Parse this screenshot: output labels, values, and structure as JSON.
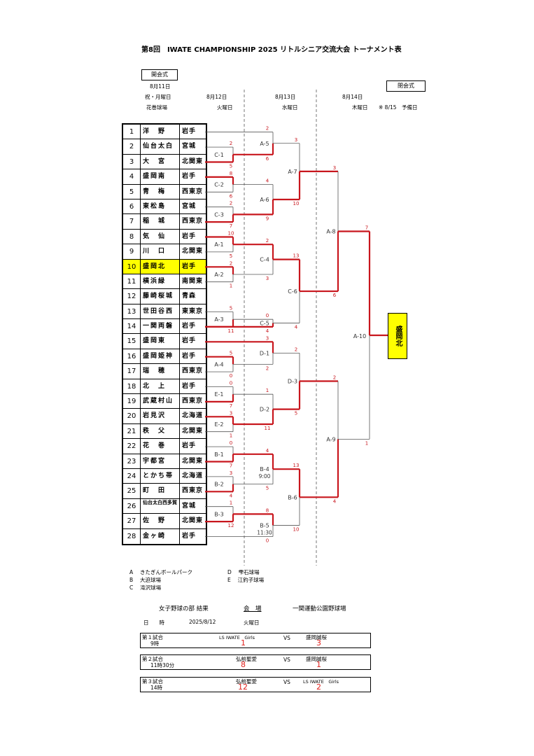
{
  "header": {
    "title": "第8回　IWATE CHAMPIONSHIP 2025 リトルシニア交流大会 トーナメント表",
    "opening_label": "開会式",
    "opening_date": "8月11日",
    "opening_day": "祝・月曜日",
    "opening_venue": "花巻球場",
    "day1_date": "8月12日",
    "day1_dow": "火曜日",
    "day2_date": "8月13日",
    "day2_dow": "水曜日",
    "day3_date": "8月14日",
    "day3_dow": "木曜日",
    "closing_label": "閉会式",
    "reserve_note": "※ 8/15　予備日"
  },
  "teams": [
    {
      "num": "1",
      "name": "洋　野",
      "pref": "岩手"
    },
    {
      "num": "2",
      "name": "仙台太白",
      "pref": "宮城"
    },
    {
      "num": "3",
      "name": "大　宮",
      "pref": "北関東"
    },
    {
      "num": "4",
      "name": "盛岡南",
      "pref": "岩手"
    },
    {
      "num": "5",
      "name": "青　梅",
      "pref": "西東京"
    },
    {
      "num": "6",
      "name": "東松島",
      "pref": "宮城"
    },
    {
      "num": "7",
      "name": "稲　城",
      "pref": "西東京"
    },
    {
      "num": "8",
      "name": "気　仙",
      "pref": "岩手"
    },
    {
      "num": "9",
      "name": "川　口",
      "pref": "北関東"
    },
    {
      "num": "10",
      "name": "盛岡北",
      "pref": "岩手"
    },
    {
      "num": "11",
      "name": "横浜緑",
      "pref": "南関東"
    },
    {
      "num": "12",
      "name": "藤崎桜城",
      "pref": "青森"
    },
    {
      "num": "13",
      "name": "世田谷西",
      "pref": "東東京"
    },
    {
      "num": "14",
      "name": "一関両磐",
      "pref": "岩手"
    },
    {
      "num": "15",
      "name": "盛岡東",
      "pref": "岩手"
    },
    {
      "num": "16",
      "name": "盛岡姫神",
      "pref": "岩手"
    },
    {
      "num": "17",
      "name": "瑞　穂",
      "pref": "西東京"
    },
    {
      "num": "18",
      "name": "北　上",
      "pref": "岩手"
    },
    {
      "num": "19",
      "name": "武蔵村山",
      "pref": "西東京"
    },
    {
      "num": "20",
      "name": "岩見沢",
      "pref": "北海道"
    },
    {
      "num": "21",
      "name": "秩　父",
      "pref": "北関東"
    },
    {
      "num": "22",
      "name": "花　巻",
      "pref": "岩手"
    },
    {
      "num": "23",
      "name": "宇都宮",
      "pref": "北関東"
    },
    {
      "num": "24",
      "name": "とかち帯広",
      "pref": "北海道"
    },
    {
      "num": "25",
      "name": "町　田",
      "pref": "西東京"
    },
    {
      "num": "26",
      "name": "仙台太白西多賀",
      "pref": "宮城"
    },
    {
      "num": "27",
      "name": "佐　野",
      "pref": "北関東"
    },
    {
      "num": "28",
      "name": "金ヶ崎",
      "pref": "岩手"
    }
  ],
  "games_r1": [
    {
      "label": "C-1",
      "top": "2",
      "bot": "5"
    },
    {
      "label": "C-2",
      "top": "8",
      "bot": "6"
    },
    {
      "label": "C-3",
      "top": "2",
      "bot": "7"
    },
    {
      "label": "A-1",
      "top": "10",
      "bot": "5"
    },
    {
      "label": "A-2",
      "top": "2",
      "bot": "1"
    },
    {
      "label": "A-3",
      "top": "5",
      "bot": "11"
    },
    {
      "label": "A-4",
      "top": "5",
      "bot": "0"
    },
    {
      "label": "E-1",
      "top": "0",
      "bot": "7"
    },
    {
      "label": "E-2",
      "top": "3",
      "bot": "1"
    },
    {
      "label": "B-1",
      "top": "0",
      "bot": "7"
    },
    {
      "label": "B-2",
      "top": "3",
      "bot": "4"
    },
    {
      "label": "B-3",
      "top": "1",
      "bot": "12"
    }
  ],
  "games_r2": [
    {
      "label": "A-5",
      "top": "2",
      "bot": "6"
    },
    {
      "label": "A-6",
      "top": "4",
      "bot": "9"
    },
    {
      "label": "C-4",
      "top": "2",
      "bot": "3"
    },
    {
      "label": "C-5",
      "top": "0",
      "bot": "4"
    },
    {
      "label": "D-1",
      "top": "3",
      "bot": "2"
    },
    {
      "label": "D-2",
      "top": "1",
      "bot": "11"
    },
    {
      "label": "B-4",
      "time": "9:00",
      "top": "4",
      "bot": "5"
    },
    {
      "label": "B-5",
      "time": "11:30",
      "top": "8",
      "bot": "0"
    }
  ],
  "games_r3": [
    {
      "label": "A-7",
      "top": "3",
      "bot": "10"
    },
    {
      "label": "C-6",
      "top": "13",
      "bot": "4"
    },
    {
      "label": "D-3",
      "top": "2",
      "bot": "5"
    },
    {
      "label": "B-6",
      "top": "13",
      "bot": "10"
    }
  ],
  "games_r4": [
    {
      "label": "A-8",
      "top": "3",
      "bot": "6"
    },
    {
      "label": "A-9",
      "top": "2",
      "bot": "4"
    }
  ],
  "final": {
    "label": "A-10",
    "top": "7",
    "bot": "1",
    "champion": "盛岡北"
  },
  "venues": [
    {
      "code": "A",
      "name": "きたぎんボールパーク"
    },
    {
      "code": "B",
      "name": "大迫球場"
    },
    {
      "code": "C",
      "name": "滝沢球場"
    },
    {
      "code": "D",
      "name": "雫石球場"
    },
    {
      "code": "E",
      "name": "江釣子球場"
    }
  ],
  "girls": {
    "title": "女子野球の部 結果",
    "venue_label": "会　場",
    "venue": "一関運動公園野球場",
    "date_label": "日　　時",
    "date": "2025/8/12",
    "dow": "火曜日",
    "vs": "VS",
    "games": [
      {
        "no": "第１試合",
        "time": "9時",
        "home": "LS IWATE　Girls",
        "away": "盛岡誠桜",
        "hs": "1",
        "as": "3"
      },
      {
        "no": "第２試合",
        "time": "11時30分",
        "home": "弘前聖愛",
        "away": "盛岡誠桜",
        "hs": "8",
        "as": "1"
      },
      {
        "no": "第３試合",
        "time": "14時",
        "home": "弘前聖愛",
        "away": "LS IWATE　Girls",
        "hs": "12",
        "as": "2"
      }
    ]
  },
  "colors": {
    "win_line": "#c8161d",
    "highlight": "#ffff00",
    "score": "#c8161d"
  }
}
